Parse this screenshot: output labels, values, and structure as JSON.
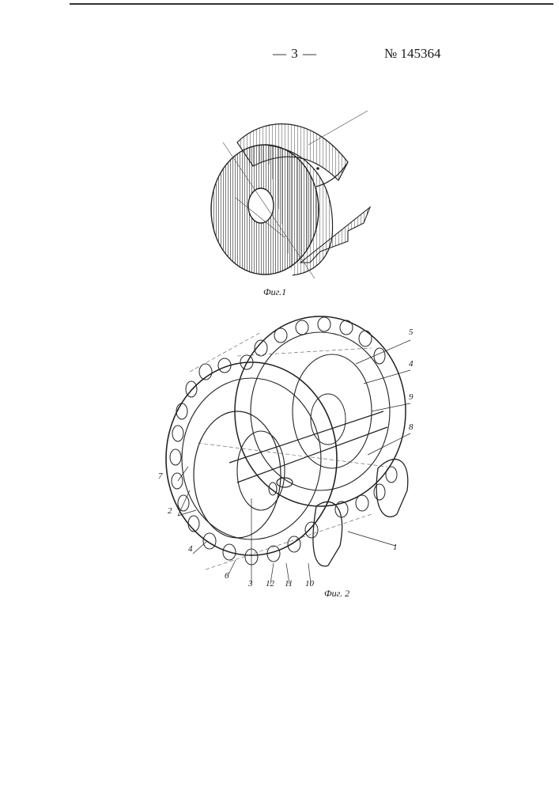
{
  "header": {
    "page_number": "— 3 —",
    "patent_number": "№ 145364"
  },
  "figure1": {
    "caption": "Фиг.1"
  },
  "figure2": {
    "caption": "Фиг. 2",
    "labels": {
      "l1": "1",
      "l2": "2",
      "l3": "3",
      "l4a": "4",
      "l4b": "4",
      "l5": "5",
      "l6": "6",
      "l7": "7",
      "l8": "8",
      "l9": "9",
      "l10": "10",
      "l11": "11",
      "l12": "12"
    }
  }
}
